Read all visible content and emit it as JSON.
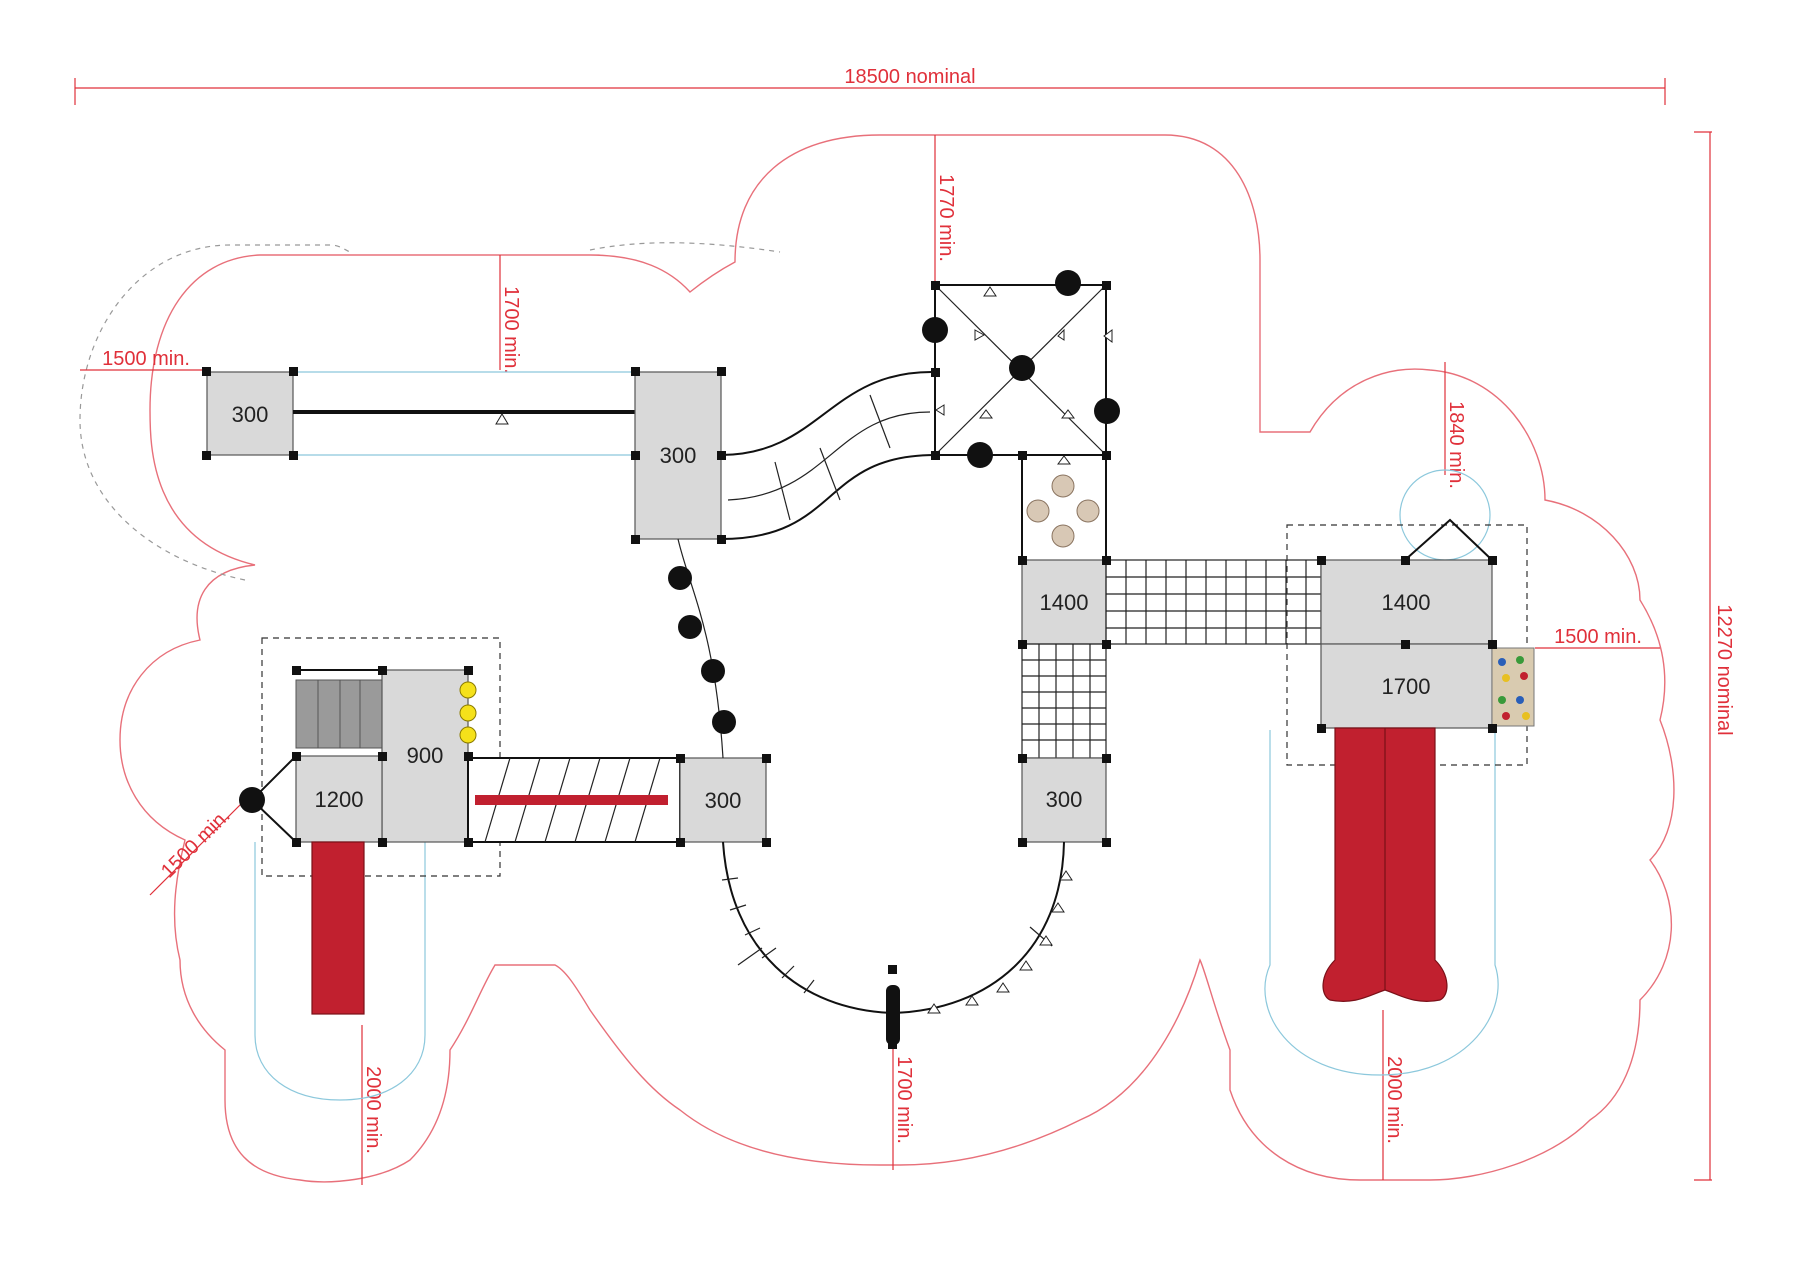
{
  "dimensions": {
    "overall_width": "18500 nominal",
    "overall_height": "12270 nominal",
    "left_top": "1500 min.",
    "top_left": "1700 min.",
    "top_center": "1770 min.",
    "right_top": "1840 min.",
    "right_side": "1500 min.",
    "left_bottom": "1500 min.",
    "bottom_left": "2000 min.",
    "bottom_center": "1700 min.",
    "bottom_right": "2000 min."
  },
  "platforms": {
    "p1": "300",
    "p2": "300",
    "p3": "900",
    "p4": "1200",
    "p5": "300",
    "p6": "1400",
    "p7": "300",
    "p8": "1400",
    "p9": "1700"
  },
  "colors": {
    "dimension": "#e0303a",
    "safety_zone": "#e8707a",
    "slide": "#c1202f",
    "deck": "#d9d9d9"
  }
}
